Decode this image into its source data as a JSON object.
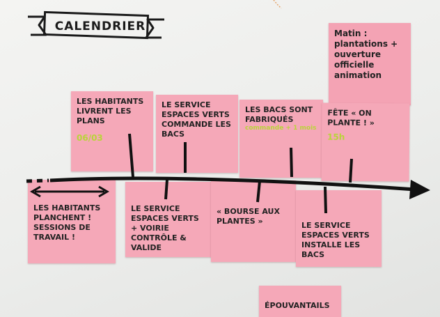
{
  "banner": {
    "title": "CALENDRIER"
  },
  "notes": [
    {
      "id": "note-1",
      "text": "LES HABITANTS LIVRENT LES PLANS",
      "date": "06/03"
    },
    {
      "id": "note-2",
      "text": "LE SERVICE ESPACES VERTS COMMANDE LES BACS"
    },
    {
      "id": "note-3",
      "text": "LES BACS SONT FABRIQUÉS",
      "green": "commande + 1 mois"
    },
    {
      "id": "note-4",
      "text": "FÊTE « ON PLANTE ! »",
      "green": "15h"
    },
    {
      "id": "note-5",
      "text": "Matin : plantations + ouverture officielle animation"
    },
    {
      "id": "note-6",
      "text": "LES HABITANTS PLANCHENT ! SESSIONS DE TRAVAIL !"
    },
    {
      "id": "note-7",
      "text": "LE SERVICE ESPACES VERTS + VOIRIE CONTRÔLE & VALIDE"
    },
    {
      "id": "note-8",
      "text": "« BOURSE AUX PLANTES »"
    },
    {
      "id": "note-9",
      "text": "LE SERVICE ESPACES VERTS INSTALLE LES BACS"
    },
    {
      "id": "note-10",
      "text": "ÉPOUVANTAILS"
    }
  ],
  "colors": {
    "note_pink": "#f5a8b8",
    "ink": "#1a1a1a",
    "highlighter_green": "#b9d43a"
  }
}
